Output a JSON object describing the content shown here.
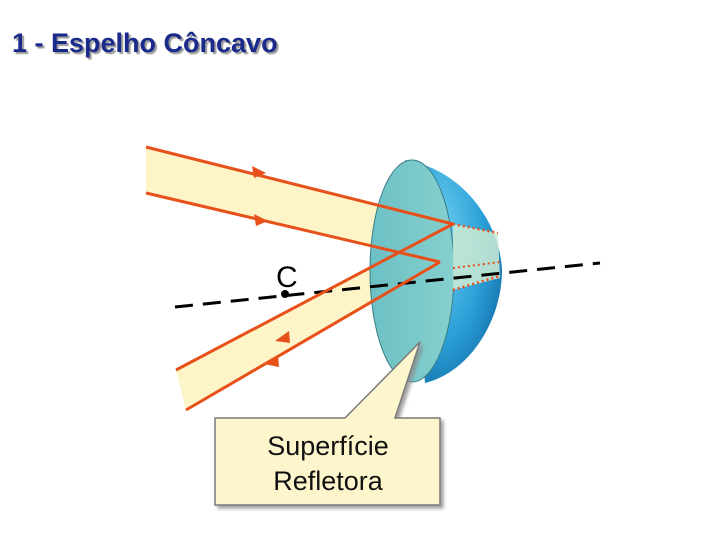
{
  "slide": {
    "title": "1 - Espelho Côncavo"
  },
  "diagram": {
    "center_label": "C",
    "callout_line1": "Superfície",
    "callout_line2": "Refletora"
  },
  "colors": {
    "title": "#1a2a8a",
    "ray": "#e8501a",
    "beam_fill": "#fdf4c8",
    "mirror_face": "#76c6c8",
    "mirror_dome": "#2e9fd8",
    "axis": "#000000",
    "callout_fill": "#fdf6cc"
  }
}
